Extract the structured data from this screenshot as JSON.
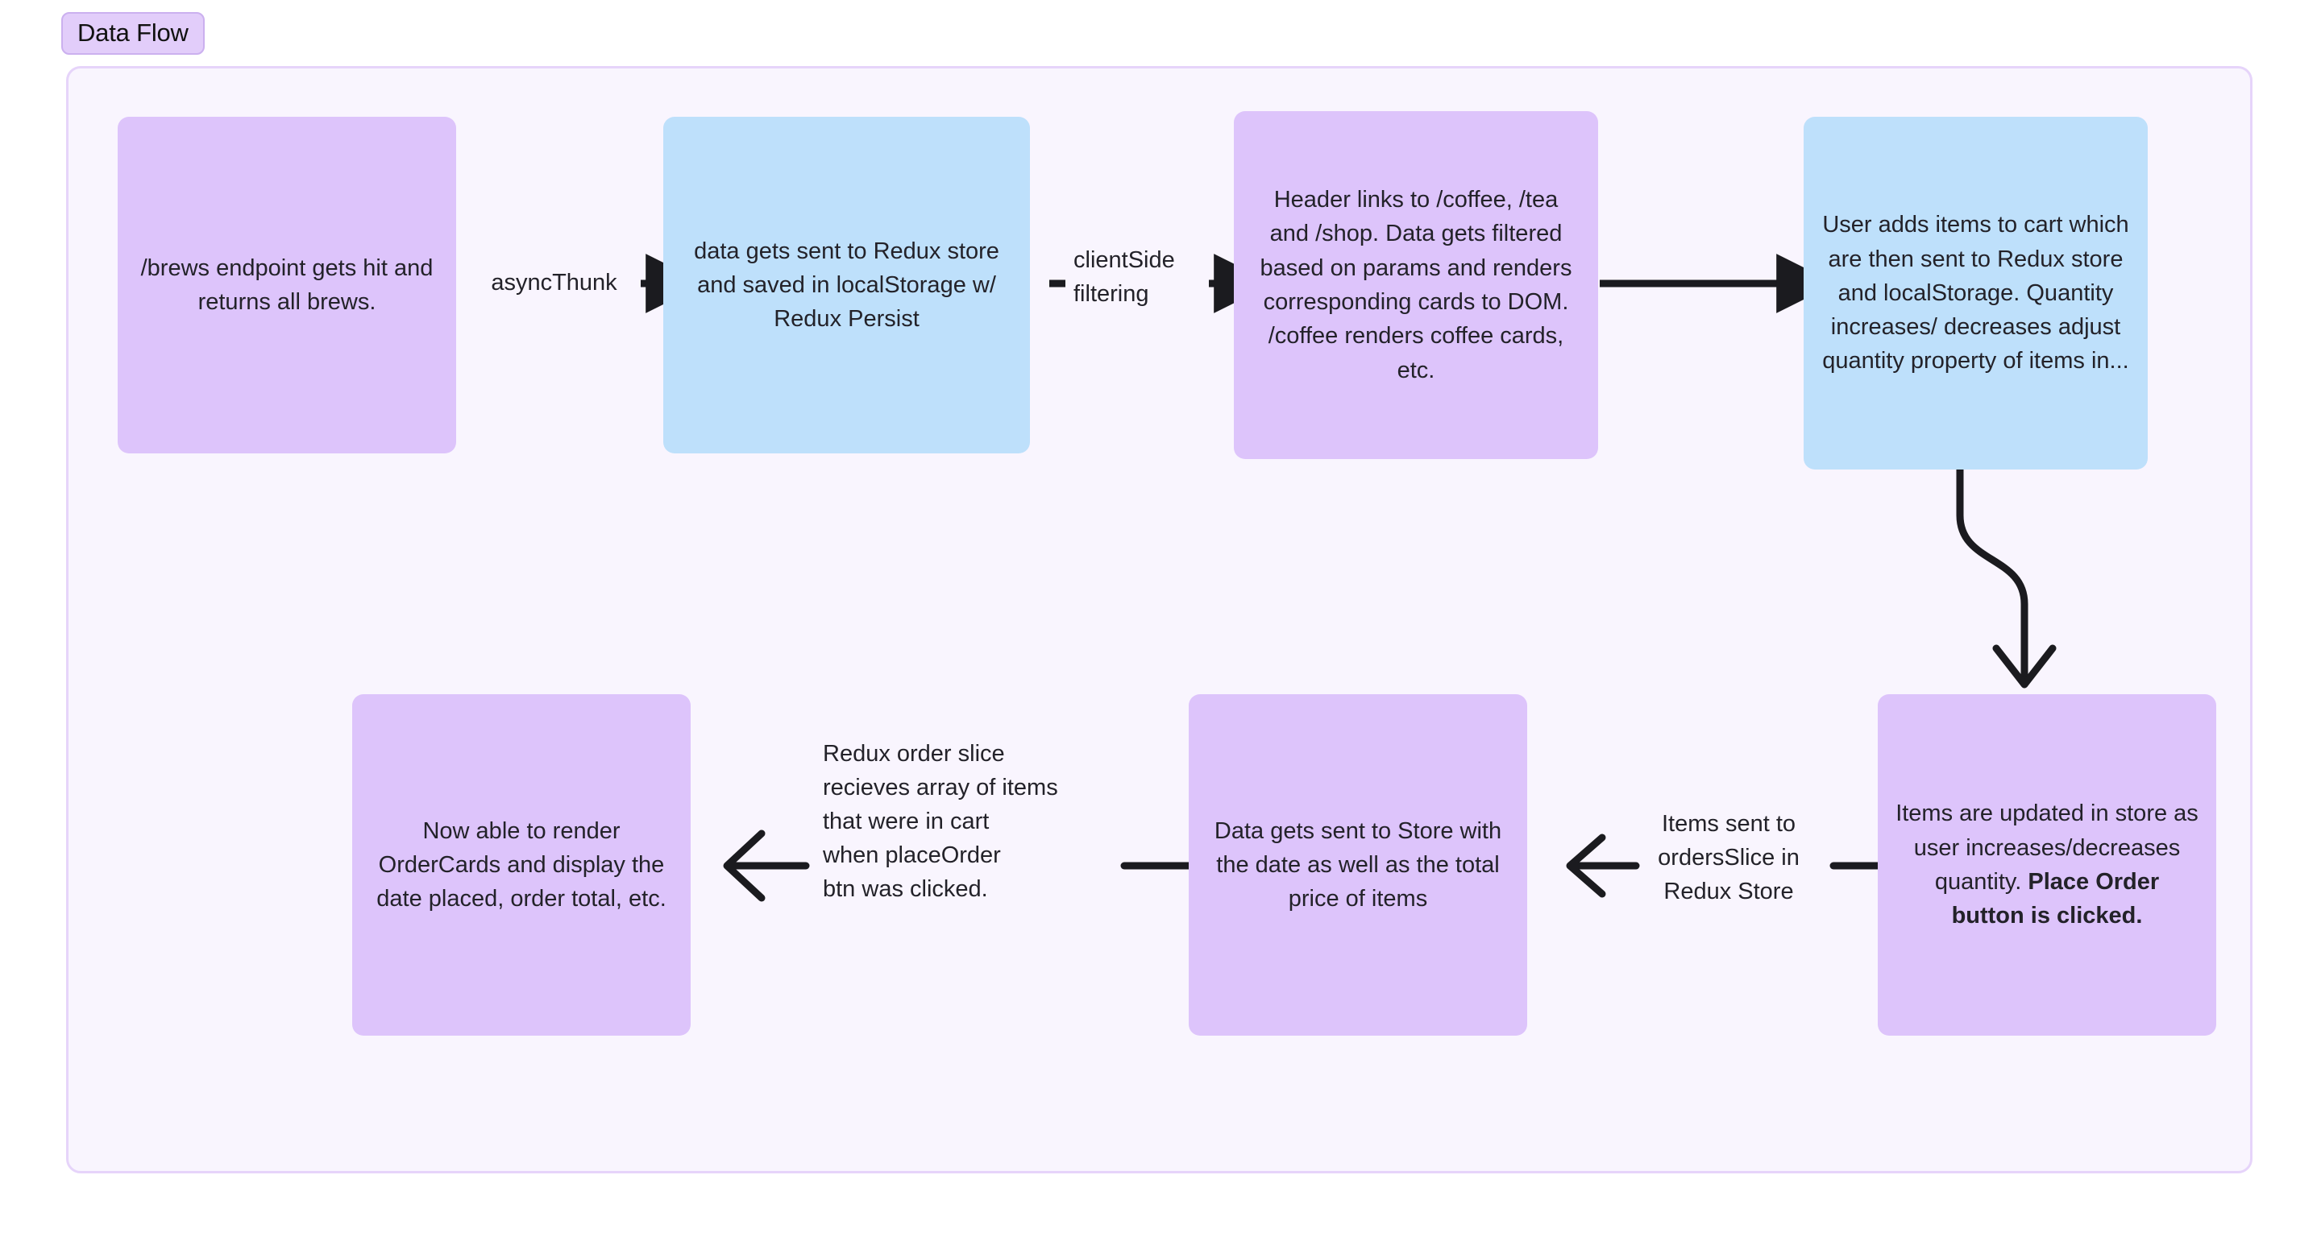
{
  "diagram": {
    "title": "Data Flow",
    "container_bg": "#f9f5fe",
    "container_border": "#e6d4fa",
    "label_bg": "#e2cdfa",
    "node_purple": "#ddc4fb",
    "node_blue": "#bee0fb",
    "edge_color": "#1b1b1f",
    "text_color": "#232229"
  },
  "nodes": [
    {
      "id": "n1",
      "color": "purple",
      "text": "/brews endpoint gets hit and returns all brews."
    },
    {
      "id": "n2",
      "color": "blue",
      "text": "data gets sent to Redux store and saved in localStorage w/ Redux Persist"
    },
    {
      "id": "n3",
      "color": "purple",
      "text": "Header links to /coffee, /tea and /shop. Data gets filtered based on params and renders corresponding cards to DOM. /coffee renders coffee cards, etc."
    },
    {
      "id": "n4",
      "color": "blue",
      "text": "User adds items to cart which are then sent to Redux store and localStorage. Quantity increases/ decreases adjust quantity property of items in..."
    },
    {
      "id": "n5",
      "color": "purple",
      "text_plain": "Items are updated in store as user increases/decreases quantity. ",
      "text_bold": "Place Order button is clicked."
    },
    {
      "id": "n6",
      "color": "purple",
      "text": "Data gets sent to Store with the date as well as the total price of items"
    },
    {
      "id": "n7",
      "color": "purple",
      "text": "Now able to render OrderCards and display the  date placed, order total, etc."
    }
  ],
  "edges": [
    {
      "id": "e1",
      "from": "n1",
      "to": "n2",
      "label": "asyncThunk",
      "arrow": "triangle",
      "direction": "right"
    },
    {
      "id": "e2",
      "from": "n2",
      "to": "n3",
      "label": "clientSide filtering",
      "arrow": "triangle",
      "direction": "right"
    },
    {
      "id": "e3",
      "from": "n3",
      "to": "n4",
      "label": "",
      "arrow": "triangle",
      "direction": "right"
    },
    {
      "id": "e4",
      "from": "n4",
      "to": "n5",
      "label": "",
      "arrow": "chevron",
      "direction": "down"
    },
    {
      "id": "e5",
      "from": "n5",
      "to": "n6",
      "label": "Items sent to ordersSlice in Redux Store",
      "arrow": "chevron",
      "direction": "left"
    },
    {
      "id": "e6",
      "from": "n6",
      "to": "n7",
      "label": "Redux order slice recieves array of items that were in cart when placeOrder btn was clicked.",
      "arrow": "chevron",
      "direction": "left"
    }
  ],
  "edge_labels": {
    "async_thunk": "asyncThunk",
    "client_side_filtering": "clientSide\nfiltering",
    "items_sent_to_orders_slice": "Items sent to\nordersSlice in\nRedux Store",
    "redux_order_slice": "Redux order slice\nrecieves array of items\nthat were in cart\nwhen placeOrder\nbtn was clicked."
  }
}
